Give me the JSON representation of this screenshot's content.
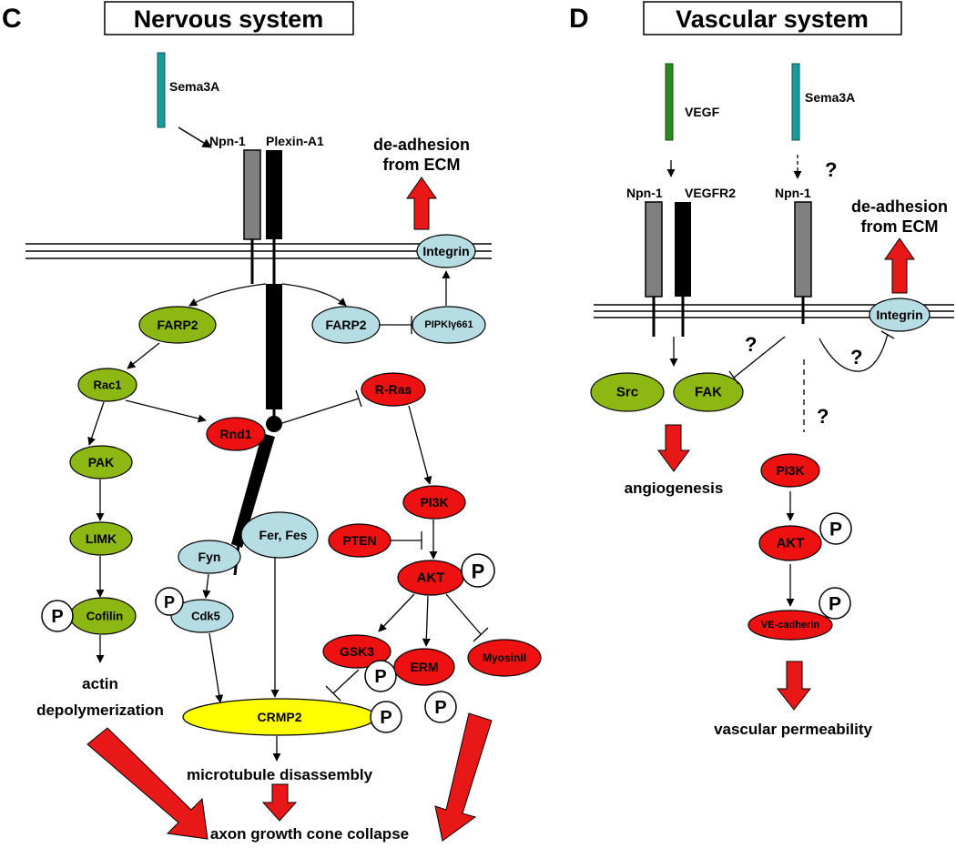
{
  "panels": {
    "left": {
      "letter": "C",
      "title": "Nervous system",
      "ligand": "Sema3A",
      "receptor1": "Npn-1",
      "receptor2": "Plexin-A1",
      "dead_hesion_line1": "de-adhesion",
      "dead_hesion_line2": "from ECM",
      "integrin": "Integrin",
      "farp2_left": "FARP2",
      "farp2_right": "FARP2",
      "pipki": "PIPKIγ661",
      "rac1": "Rac1",
      "rnd1": "Rnd1",
      "rras": "R-Ras",
      "pak": "PAK",
      "limk": "LIMK",
      "cofilin": "Cofilin",
      "fyn": "Fyn",
      "fer_fes": "Fer, Fes",
      "cdk5": "Cdk5",
      "pi3k": "PI3K",
      "pten": "PTEN",
      "akt": "AKT",
      "gsk3": "GSK3",
      "erm": "ERM",
      "myosin": "MyosinII",
      "crmp2": "CRMP2",
      "phospho": "P",
      "actin_line1": "actin",
      "actin_line2": "depolymerization",
      "microtubule": "microtubule disassembly",
      "collapse": "axon growth cone collapse"
    },
    "right": {
      "letter": "D",
      "title": "Vascular system",
      "vegf": "VEGF",
      "sema3a": "Sema3A",
      "npn1_a": "Npn-1",
      "vegfr2": "VEGFR2",
      "npn1_b": "Npn-1",
      "question": "?",
      "dead_hesion_line1": "de-adhesion",
      "dead_hesion_line2": "from ECM",
      "integrin": "Integrin",
      "src": "Src",
      "fak": "FAK",
      "angiogenesis": "angiogenesis",
      "pi3k": "PI3K",
      "akt": "AKT",
      "ve_cadherin": "VE-cadherin",
      "phospho": "P",
      "permeability": "vascular permeability"
    }
  },
  "colors": {
    "green": "#8db814",
    "red": "#ee1111",
    "lightblue": "#b7dde4",
    "yellow": "#ffff00",
    "teal": "#1a9a9a",
    "vegf_green": "#2a8a22",
    "gray": "#808080",
    "arrow_red": "#e81818"
  }
}
